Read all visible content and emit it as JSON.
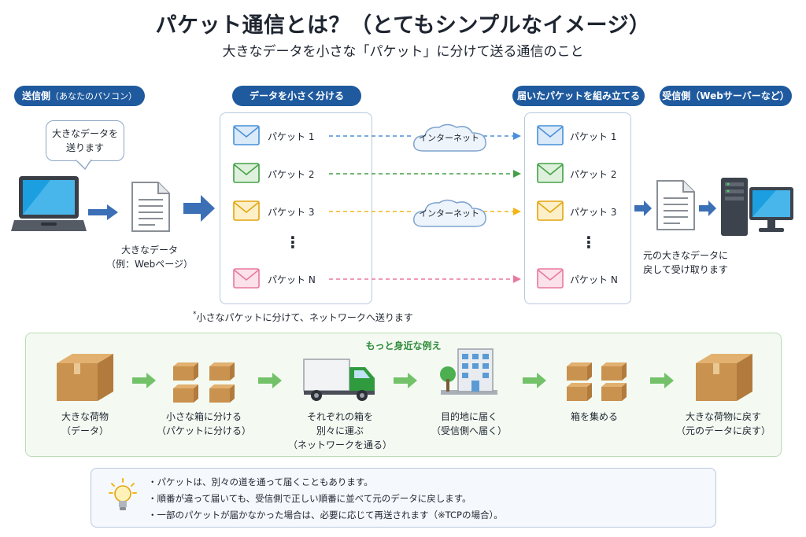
{
  "title": "パケット通信とは？（とてもシンプルなイメージ）",
  "subtitle": "大きなデータを小さな「パケット」に分けて送る通信のこと",
  "sender": {
    "label": "送信側",
    "label_note": "（あなたのパソコン）",
    "bubble_line1": "大きなデータを",
    "bubble_line2": "送ります",
    "data_line1": "大きなデータ",
    "data_line2": "（例：Webページ）"
  },
  "split": {
    "label": "データを小さく分ける"
  },
  "assemble": {
    "label": "届いたパケットを組み立てる"
  },
  "receiver": {
    "label": "受信側（Webサーバーなど）",
    "caption_line1": "元の大きなデータに",
    "caption_line2": "戻して受け取ります"
  },
  "packets": [
    {
      "label": "パケット 1",
      "color": "#4a90d9"
    },
    {
      "label": "パケット 2",
      "color": "#43a047"
    },
    {
      "label": "パケット 3",
      "color": "#f2b618"
    },
    {
      "label": "パケット N",
      "color": "#e8799e"
    }
  ],
  "network_label": "インターネット",
  "ellipsis": "⋮",
  "network_note": "小さなパケットに分けて、ネットワークへ送ります",
  "example": {
    "title": "もっと身近な例え",
    "steps": [
      {
        "line1": "大きな荷物",
        "line2": "（データ）"
      },
      {
        "line1": "小さな箱に分ける",
        "line2": "（パケットに分ける）"
      },
      {
        "line1": "それぞれの箱を",
        "line2": "別々に運ぶ",
        "line3": "（ネットワークを通る）"
      },
      {
        "line1": "目的地に届く",
        "line2": "（受信側へ届く）"
      },
      {
        "line1": "箱を集める"
      },
      {
        "line1": "大きな荷物に戻す",
        "line2": "（元のデータに戻す）"
      }
    ]
  },
  "tips": [
    "・パケットは、別々の道を通って届くこともあります。",
    "・順番が違って届いても、受信側で正しい順番に並べて元のデータに戻します。",
    "・一部のパケットが届かなかった場合は、必要に応じて再送されます（※TCPの場合）。"
  ],
  "colors": {
    "navy": "#1f5a9e",
    "arrow_blue": "#3b6fb6",
    "green": "#2e8b3a",
    "box_brown": "#c9924f"
  }
}
